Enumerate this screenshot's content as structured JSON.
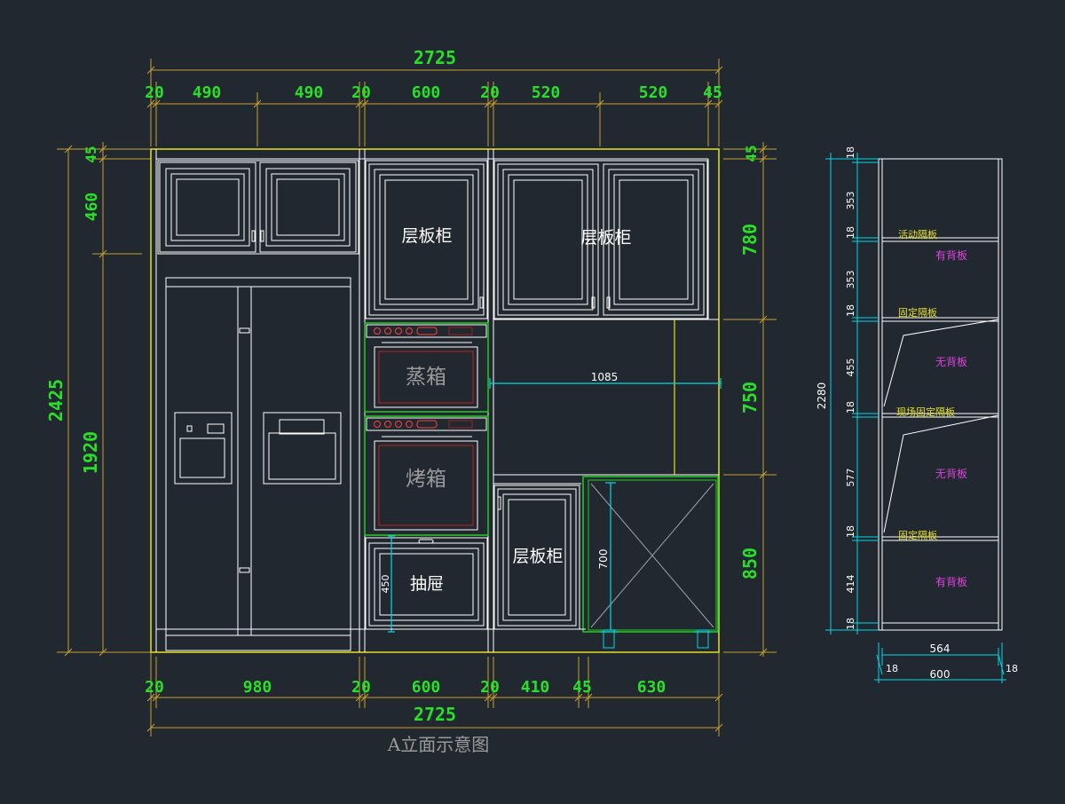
{
  "caption": "A立面示意图",
  "colors": {
    "background": "#212830",
    "dimension_text": "#28e028",
    "dimension_line": "#c8a030",
    "cabinet_line": "#ffffff",
    "outline": "#e8e020",
    "appliance": "#22cc22",
    "cyan": "#00d8e8",
    "note_yellow": "#e8e020",
    "note_magenta": "#e040e0"
  },
  "top_dims": {
    "total": "2725",
    "segments": [
      "20",
      "490",
      "490",
      "20",
      "600",
      "20",
      "520",
      "520",
      "45"
    ]
  },
  "bottom_dims": {
    "total": "2725",
    "segments": [
      "20",
      "980",
      "20",
      "600",
      "20",
      "410",
      "45",
      "630"
    ]
  },
  "left_dims": {
    "total": "2425",
    "parts": [
      "45",
      "460",
      "1920"
    ]
  },
  "right_dims": [
    "45",
    "780",
    "750",
    "850"
  ],
  "inner_dims": {
    "width_1085": "1085",
    "height_700": "700",
    "height_450": "450"
  },
  "labels": {
    "shelf_cabinet_1": "层板柜",
    "shelf_cabinet_2": "层板柜",
    "shelf_cabinet_3": "层板柜",
    "steamer": "蒸箱",
    "oven": "烤箱",
    "drawer": "抽屉"
  },
  "side_section": {
    "height_total": "2280",
    "parts": [
      "18",
      "353",
      "18",
      "353",
      "18",
      "455",
      "18",
      "577",
      "18",
      "414",
      "18"
    ],
    "width_inner": "564",
    "width_total": "600",
    "side_thickness_left": "18",
    "side_thickness_right": "18",
    "notes": {
      "movable_shelf": "活动隔板",
      "with_back_1": "有背板",
      "fixed_shelf_1": "固定隔板",
      "no_back_1": "无背板",
      "site_fixed_shelf": "现场固定隔板",
      "no_back_2": "无背板",
      "fixed_shelf_2": "固定隔板",
      "with_back_2": "有背板"
    }
  }
}
